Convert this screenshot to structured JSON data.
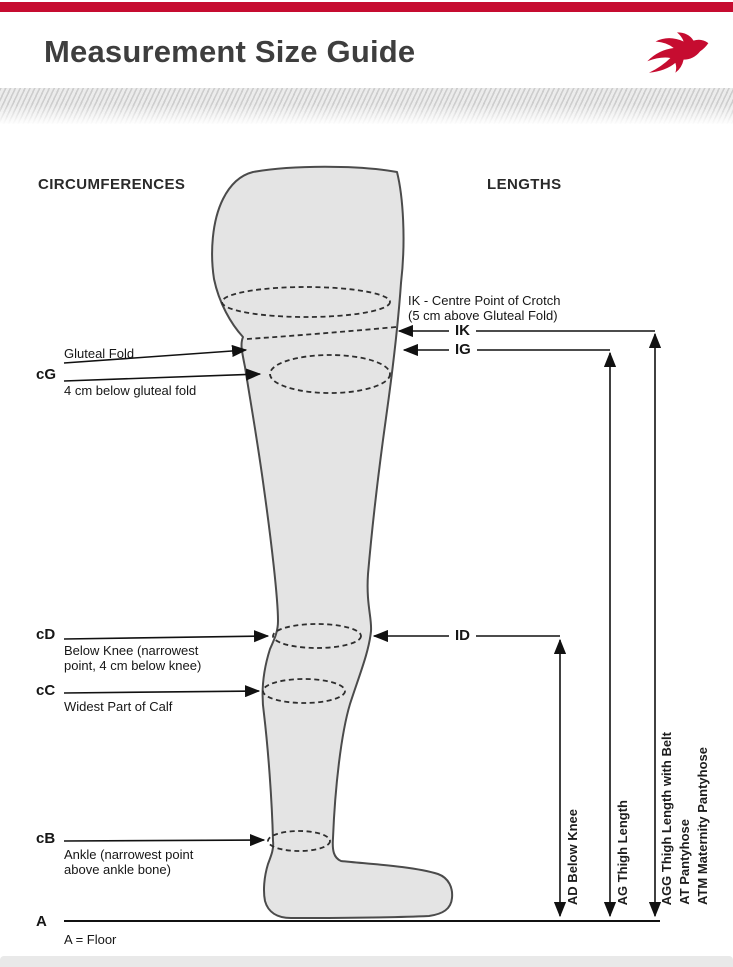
{
  "page": {
    "title": "Measurement Size Guide",
    "accent_color": "#c60c30",
    "logo": "red-swallow-bird"
  },
  "headings": {
    "circumferences": "CIRCUMFERENCES",
    "lengths": "LENGTHS"
  },
  "circumferences": {
    "cg": {
      "code": "cG",
      "label_above": "Gluteal Fold",
      "label_below": "4 cm below gluteal fold"
    },
    "cd": {
      "code": "cD",
      "label": "Below Knee (narrowest point, 4 cm below knee)"
    },
    "cc": {
      "code": "cC",
      "label": "Widest Part of Calf"
    },
    "cb": {
      "code": "cB",
      "label": "Ankle (narrowest point above ankle bone)"
    },
    "a": {
      "code": "A",
      "label": "A = Floor"
    }
  },
  "lengths": {
    "ik_note_line1": "IK - Centre Point of Crotch",
    "ik_note_line2": "(5 cm above Gluteal Fold)",
    "ik": "IK",
    "ig": "IG",
    "id": "ID",
    "ad": "AD Below Knee",
    "ag": "AG Thigh Length",
    "agg": "AGG Thigh Length with Belt",
    "at": "AT Pantyhose",
    "atm": "ATM Maternity Pantyhose"
  }
}
